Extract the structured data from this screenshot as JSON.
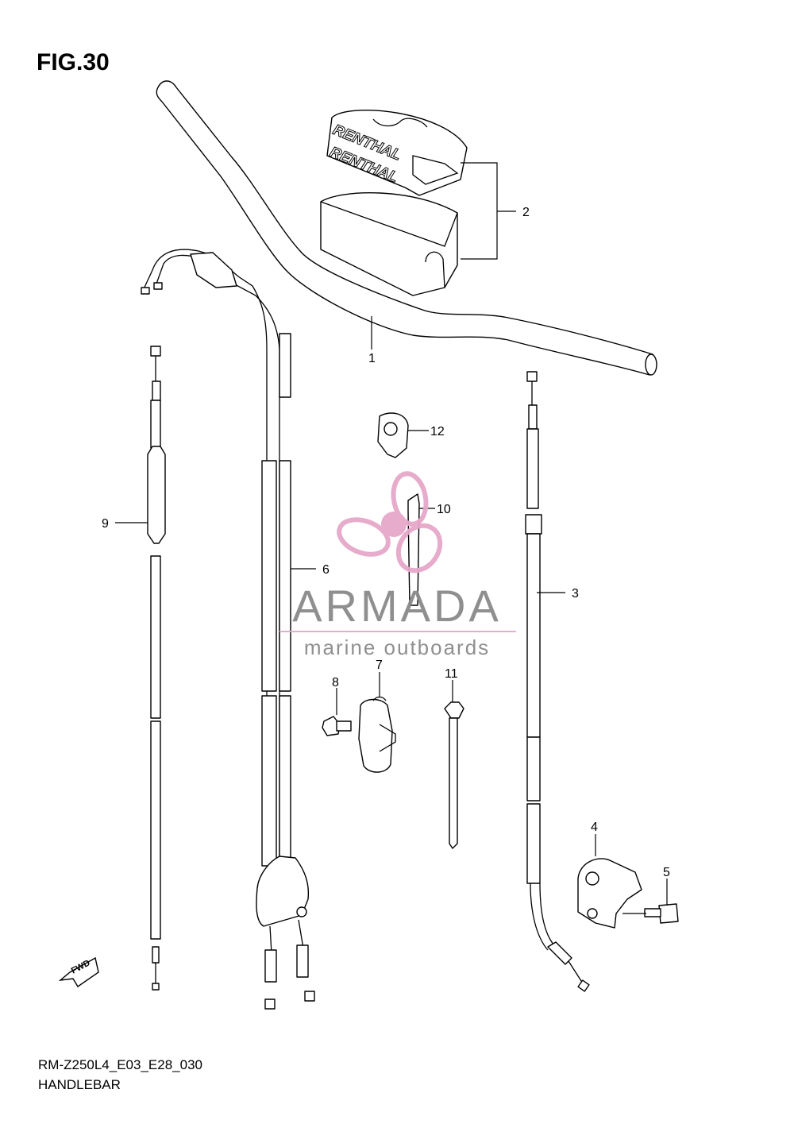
{
  "figure": {
    "title": "FIG.30",
    "model_code": "RM-Z250L4_E03_E28_030",
    "caption": "HANDLEBAR"
  },
  "parts": [
    {
      "ref": "1"
    },
    {
      "ref": "2"
    },
    {
      "ref": "3"
    },
    {
      "ref": "4"
    },
    {
      "ref": "5"
    },
    {
      "ref": "6"
    },
    {
      "ref": "7"
    },
    {
      "ref": "8"
    },
    {
      "ref": "9"
    },
    {
      "ref": "10"
    },
    {
      "ref": "11"
    },
    {
      "ref": "12"
    }
  ],
  "pad_logo_text": "RENTHAL",
  "fwd_arrow_text": "FWD",
  "watermark": {
    "brand": "ARMADA",
    "tagline": "marine outboards",
    "colors": {
      "brand": "#8a8a8a",
      "logo": "#e6a7c9"
    }
  }
}
